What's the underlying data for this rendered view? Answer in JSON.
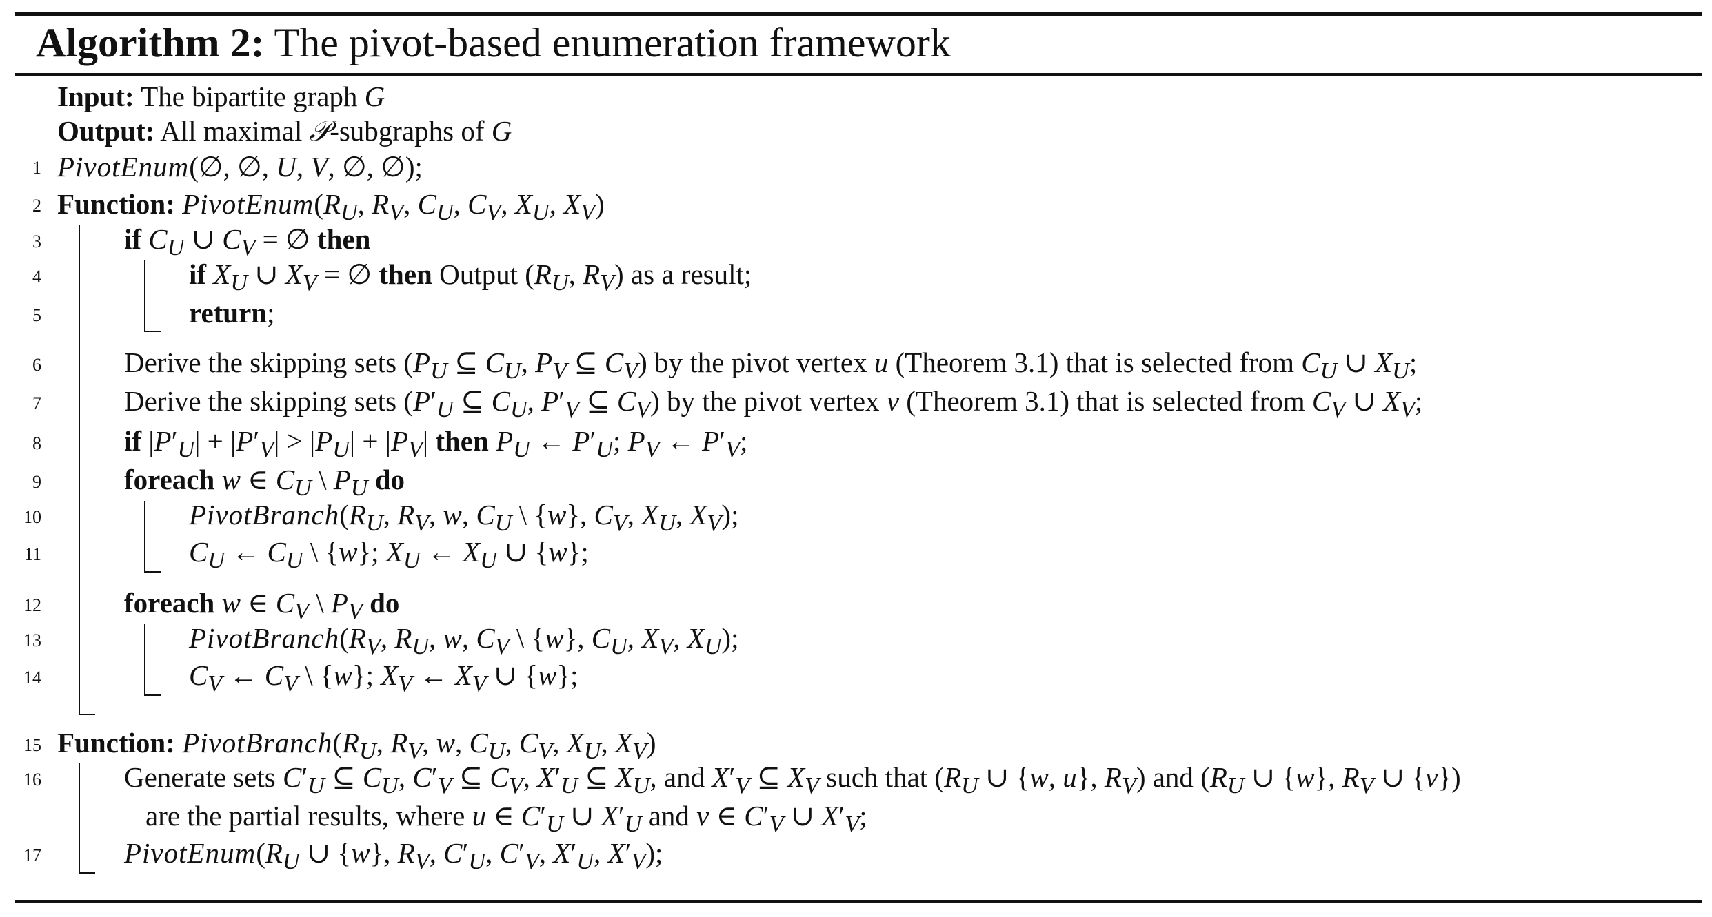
{
  "algorithm": {
    "label": "Algorithm 2:",
    "title": "The pivot-based enumeration framework"
  },
  "io": {
    "input_label": "Input:",
    "input_text": "The bipartite graph G",
    "output_label": "Output:",
    "output_text": "All maximal 𝒫-subgraphs of G"
  },
  "lines": [
    {
      "num": "1",
      "text": "PivotEnum(∅, ∅, U, V, ∅, ∅);"
    },
    {
      "num": "2",
      "keyword": "Function:",
      "text": "PivotEnum(RU, RV, CU, CV, XU, XV)"
    },
    {
      "num": "3",
      "keyword": "if",
      "text": "CU ∪ CV = ∅",
      "keyword_end": "then"
    },
    {
      "num": "4",
      "keyword": "if",
      "text": "XU ∪ XV = ∅",
      "keyword_end": "then",
      "text_after": "Output (RU, RV) as a result;"
    },
    {
      "num": "5",
      "keyword": "return",
      "text": ";"
    },
    {
      "num": "6",
      "text": "Derive the skipping sets (PU ⊆ CU, PV ⊆ CV) by the pivot vertex u (Theorem 3.1) that is selected from CU ∪ XU;"
    },
    {
      "num": "7",
      "text": "Derive the skipping sets (P′U ⊆ CU, P′V ⊆ CV) by the pivot vertex v (Theorem 3.1) that is selected from CV ∪ XV;"
    },
    {
      "num": "8",
      "keyword": "if",
      "text": "|P′U| + |P′V| > |PU| + |PV|",
      "keyword_end": "then",
      "text_after": "PU ← P′U; PV ← P′V;"
    },
    {
      "num": "9",
      "keyword": "foreach",
      "text": "w ∈ CU \\ PU",
      "keyword_end": "do"
    },
    {
      "num": "10",
      "text": "PivotBranch(RU, RV, w, CU \\ {w}, CV, XU, XV);"
    },
    {
      "num": "11",
      "text": "CU ← CU \\ {w}; XU ← XU ∪ {w};"
    },
    {
      "num": "12",
      "keyword": "foreach",
      "text": "w ∈ CV \\ PV",
      "keyword_end": "do"
    },
    {
      "num": "13",
      "text": "PivotBranch(RV, RU, w, CV \\ {w}, CU, XV, XU);"
    },
    {
      "num": "14",
      "text": "CV ← CV \\ {w}; XV ← XV ∪ {w};"
    },
    {
      "num": "15",
      "keyword": "Function:",
      "text": "PivotBranch(RU, RV, w, CU, CV, XU, XV)"
    },
    {
      "num": "16",
      "text": "Generate sets C′U ⊆ CU, C′V ⊆ CV, X′U ⊆ XU, and X′V ⊆ XV such that (RU ∪ {w, u}, RV) and (RU ∪ {w}, RV ∪ {v})",
      "text_cont": "are the partial results, where u ∈ C′U ∪ X′U and v ∈ C′V ∪ X′V;"
    },
    {
      "num": "17",
      "text": "PivotEnum(RU ∪ {w}, RV, C′U, C′V, X′U, X′V);"
    }
  ]
}
